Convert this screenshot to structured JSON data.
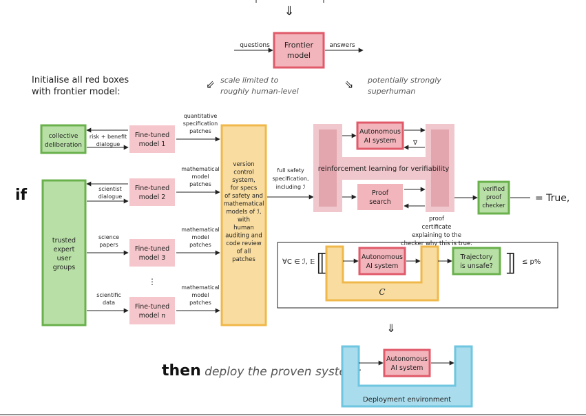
{
  "top_fragment": "",
  "frontier": {
    "label1": "Frontier",
    "label2": "model",
    "in": "questions",
    "out": "answers"
  },
  "init_text": [
    "Initialise all red boxes",
    "with frontier model:"
  ],
  "left_note": [
    "scale limited to",
    "roughly human-level"
  ],
  "right_note": [
    "potentially strongly",
    "superhuman"
  ],
  "collective": [
    "collective",
    "deliberation"
  ],
  "risk_label": [
    "risk + benefit",
    "dialogue"
  ],
  "ft1": [
    "Fine-tuned",
    "model 1"
  ],
  "ft2": [
    "Fine-tuned",
    "model 2"
  ],
  "ft3": [
    "Fine-tuned",
    "model 3"
  ],
  "ftn": [
    "Fine-tuned",
    "model "
  ],
  "ftn_var": "n",
  "quant_patch": [
    "quantitative",
    "specification",
    "patches"
  ],
  "math_patch": [
    "mathematical",
    "model",
    "patches"
  ],
  "scientist": [
    "scientist",
    "dialogue"
  ],
  "science_papers": [
    "science",
    "papers"
  ],
  "scientific_data": [
    "scientific",
    "data"
  ],
  "ellipsis": "⋮",
  "if": "if",
  "trusted": [
    "trusted",
    "expert",
    "user",
    "groups"
  ],
  "vcs": [
    "version",
    "control",
    "system,",
    "for specs",
    "of safety and",
    "mathematical",
    "models of ℐ,",
    "with",
    "human",
    "auditing and",
    "code review",
    "of all",
    "patches"
  ],
  "full_safety": [
    "full safety",
    "specification,",
    "including ℐ"
  ],
  "rl_label": "reinforcement learning for verifiability",
  "auto_ai": [
    "Autonomous",
    "AI system"
  ],
  "nabla": "∇",
  "proof_search": [
    "Proof",
    "search"
  ],
  "verifier": [
    "verified",
    "proof",
    "checker"
  ],
  "equals_true": "= True,",
  "proof_cert": [
    "proof",
    "certificate",
    "explaining to the",
    "checker why this is true:"
  ],
  "formula_left": "∀C ∈ ℐ, 𝔼",
  "formula_right": "≤ p%",
  "trajectory": [
    "Trajectory",
    "is unsafe?"
  ],
  "c_label": "C",
  "then_word": "then",
  "then_rest": " deploy the proven system:",
  "deploy_env": "Deployment environment",
  "colors": {
    "red_border": "#e05a6a",
    "red_fill": "#f2b5bc",
    "pink_fill": "#f5c6cb",
    "green_border": "#6ab04c",
    "green_fill": "#b8e0a6",
    "yellow_border": "#f0b84a",
    "yellow_fill": "#f8dca0",
    "blue_border": "#6ec6e0",
    "blue_fill": "#a9dcec",
    "rl_fill": "#f0c7cc",
    "rl_dark": "#d88a96"
  }
}
